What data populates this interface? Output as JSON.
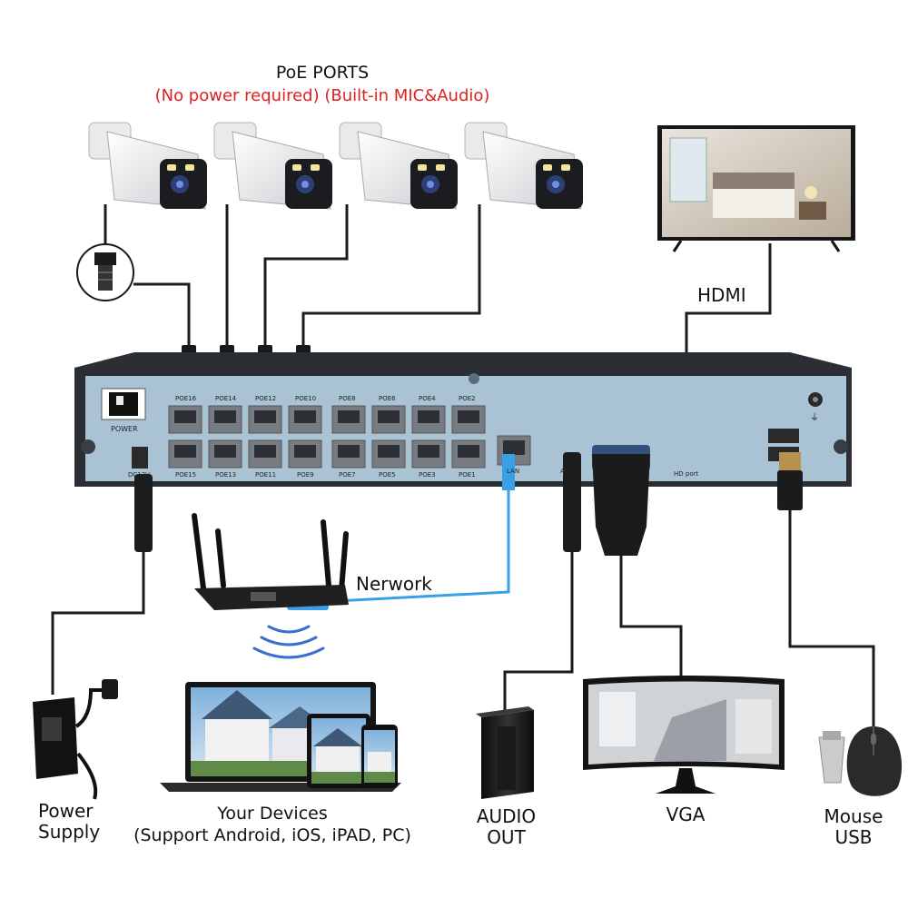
{
  "title": {
    "line1": "PoE PORTS",
    "line2": "(No power required) (Built-in MIC&Audio)"
  },
  "colors": {
    "accent_red": "#e0201f",
    "nvr_panel": "#a9c3d4",
    "nvr_body": "#2b2e33",
    "network_cable": "#3aa0e6",
    "cable": "#1b1b1b"
  },
  "labels": {
    "hdmi": "HDMI",
    "network": "Nerwork",
    "power_supply": "Power\nSupply",
    "devices_line1": "Your Devices",
    "devices_line2": "(Support Android, iOS, iPAD, PC)",
    "audio_out": "AUDIO\nOUT",
    "vga": "VGA",
    "mouse_usb": "Mouse\nUSB"
  },
  "nvr": {
    "power_label": "POWER",
    "dc_label": "DC12V",
    "hd_port_label": "HD port",
    "audio_label": "AUDIO",
    "lan_label": "LAN",
    "top_ports": [
      "POE16",
      "POE14",
      "POE12",
      "POE10",
      "POE8",
      "POE6",
      "POE4",
      "POE2"
    ],
    "bottom_ports": [
      "POE15",
      "POE13",
      "POE11",
      "POE9",
      "POE7",
      "POE5",
      "POE3",
      "POE1"
    ]
  },
  "icons": [
    "camera-icon",
    "tv-icon",
    "nvr-icon",
    "router-icon",
    "wifi-icon",
    "power-adapter-icon",
    "laptop-icon",
    "tablet-icon",
    "phone-icon",
    "speaker-icon",
    "monitor-icon",
    "mouse-icon",
    "usb-drive-icon"
  ]
}
